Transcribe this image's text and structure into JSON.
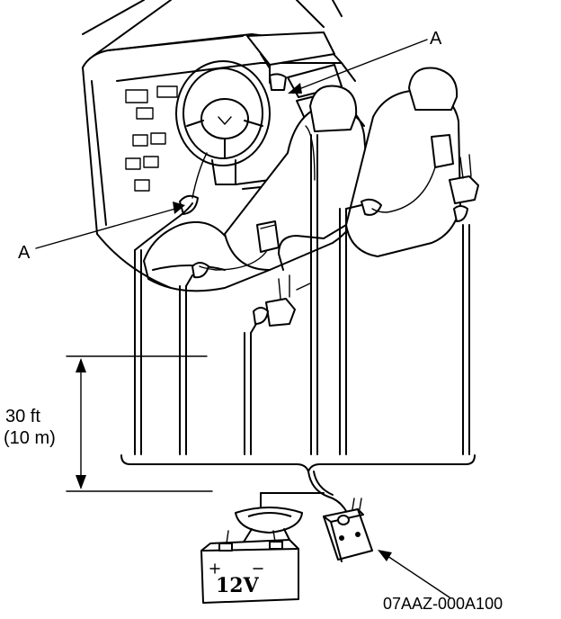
{
  "labels": {
    "callout_a_top": "A",
    "callout_a_left": "A",
    "distance_ft": "30 ft",
    "distance_m": "(10 m)",
    "battery_voltage": "12V",
    "figure_code": "07AAZ-000A100"
  },
  "icons": {
    "vehicle_interior": "vehicle-interior-illustration",
    "battery": "battery-icon",
    "tester": "tester-device-icon",
    "connector": "connector-icon"
  },
  "colors": {
    "line": "#000000",
    "background": "#ffffff"
  }
}
